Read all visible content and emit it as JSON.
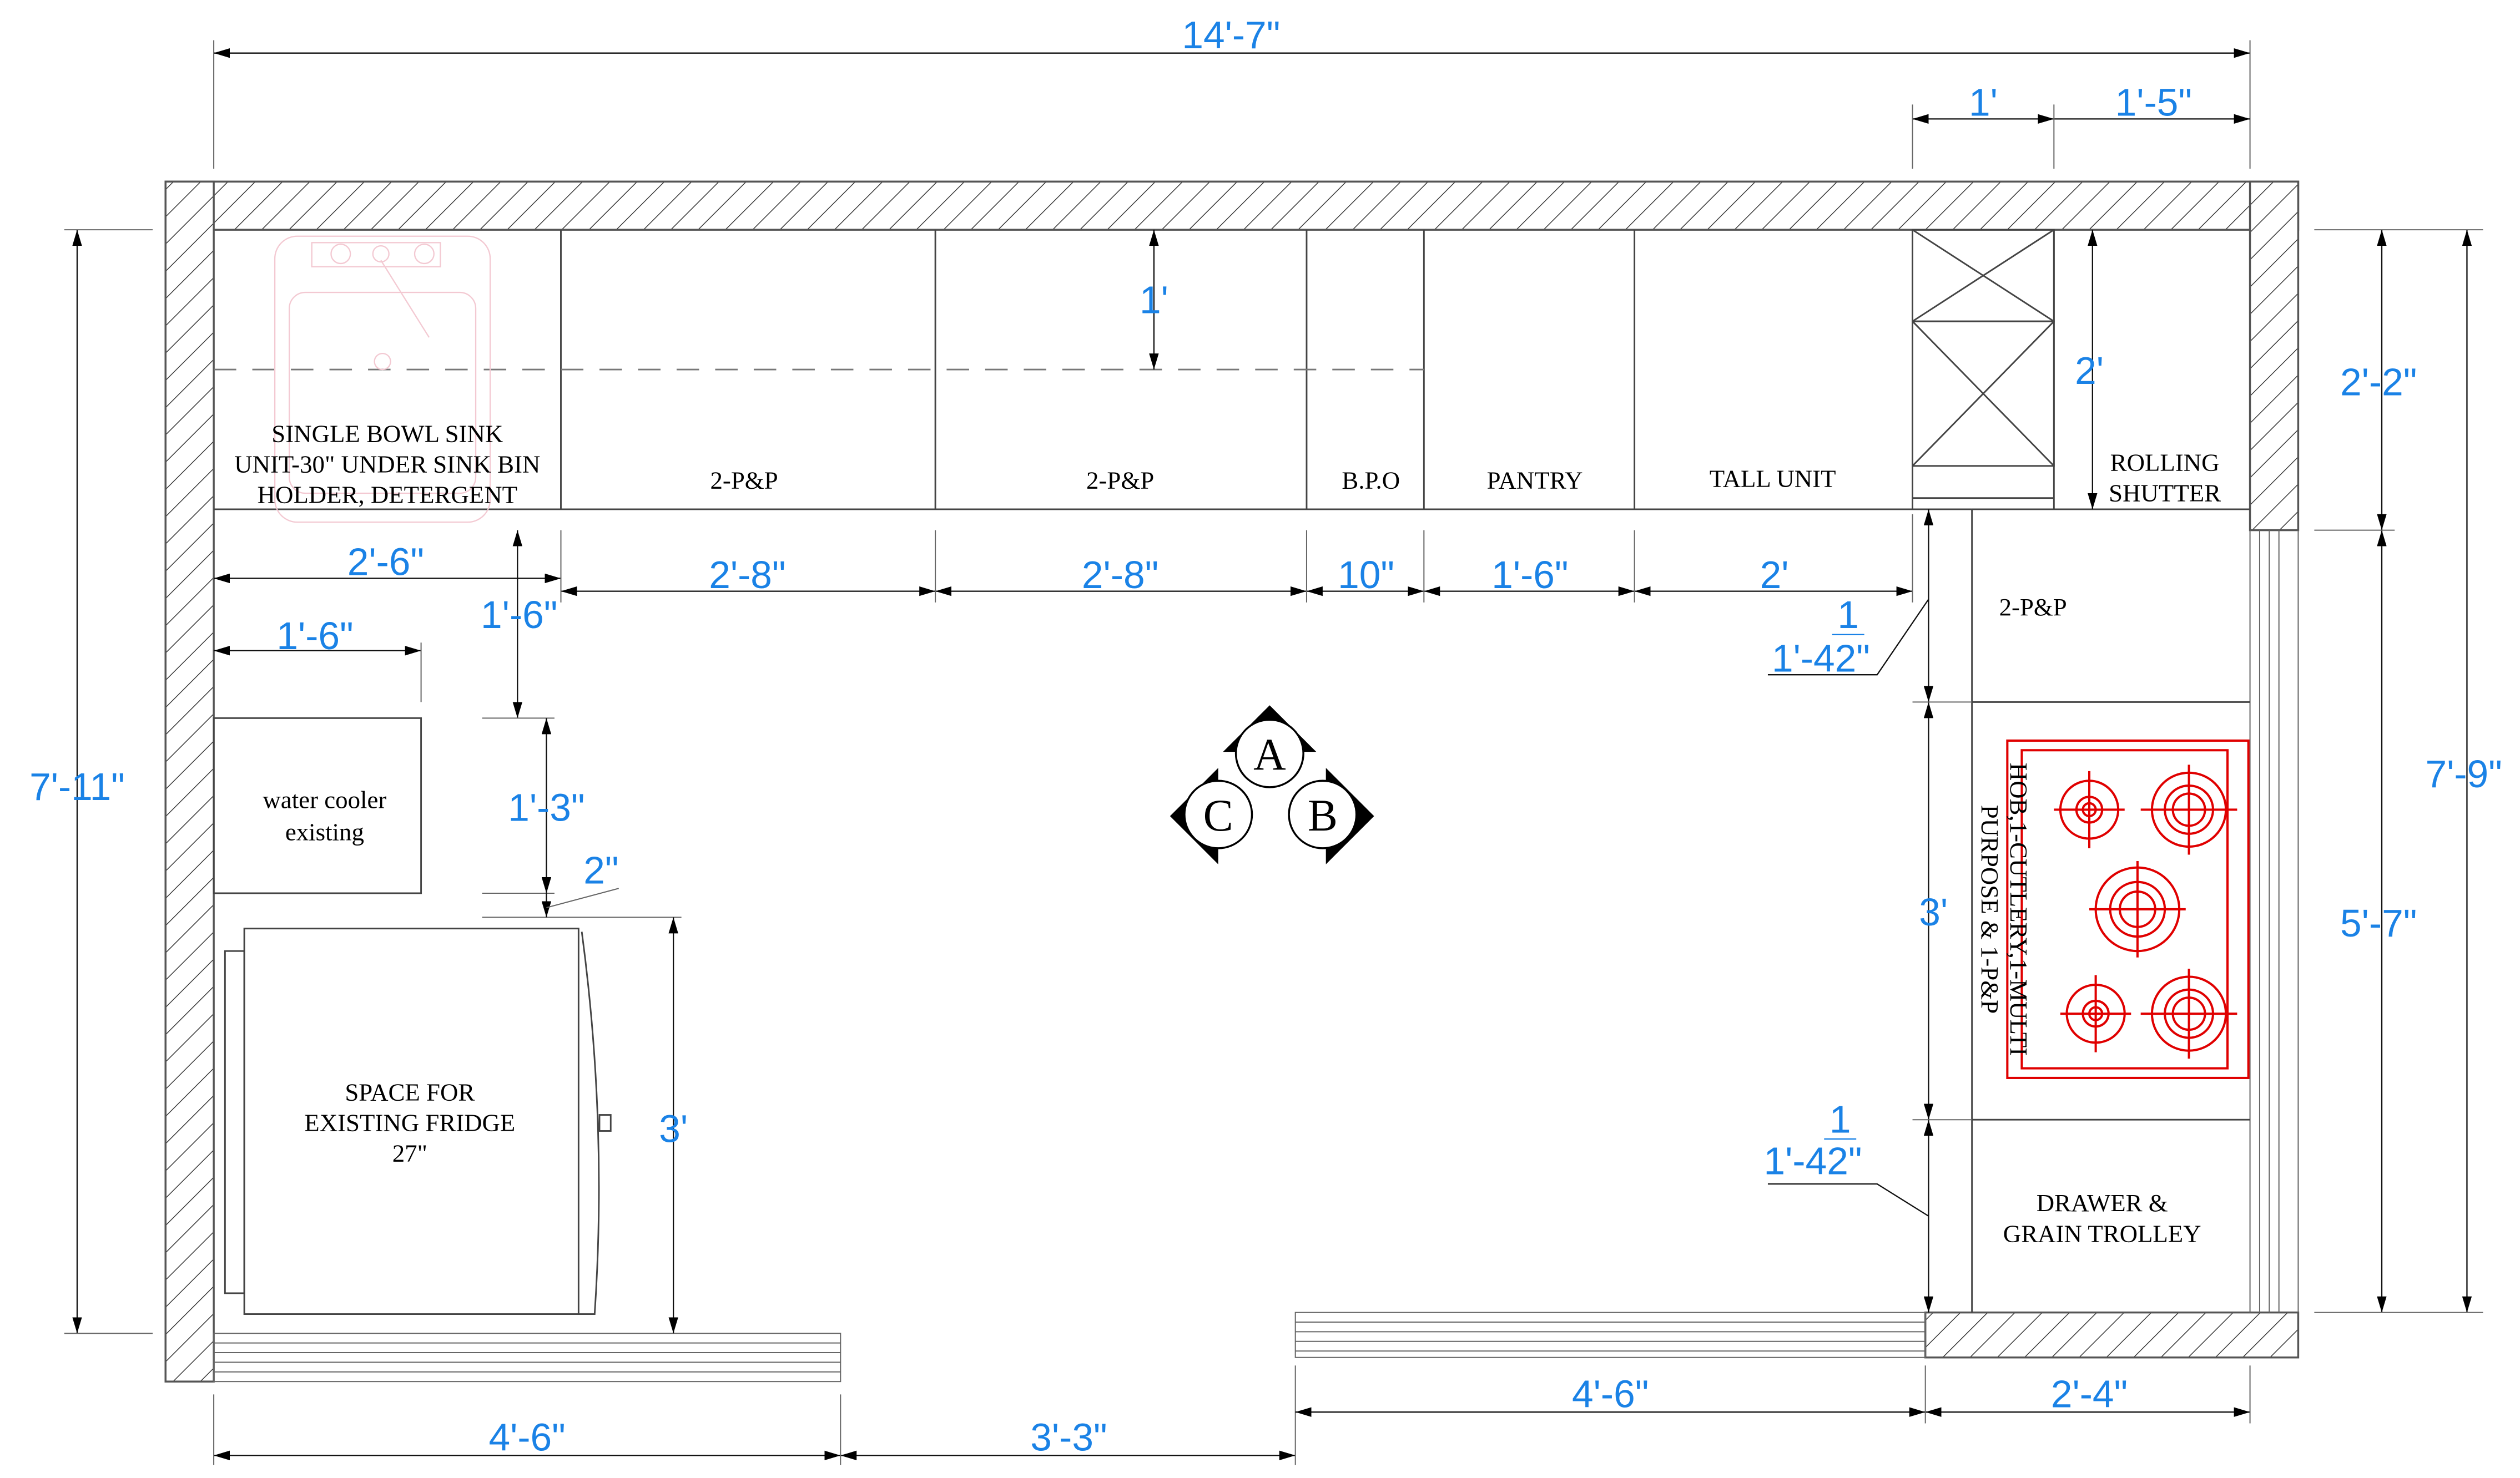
{
  "dimensions": {
    "overall_width": "14'-7\"",
    "top_1ft": "1'",
    "top_1ft5": "1'-5\"",
    "overhead_1ft": "1'",
    "shutter_2ft": "2'",
    "right_2ft2": "2'-2\"",
    "right_7ft9": "7'-9\"",
    "right_5ft7": "5'-7\"",
    "left_7ft11": "7'-11\"",
    "sink_2ft6": "2'-6\"",
    "pp1_2ft8": "2'-8\"",
    "pp2_2ft8": "2'-8\"",
    "bpo_10in": "10\"",
    "pantry_1ft6": "1'-6\"",
    "tall_2ft": "2'",
    "gap_1ft6": "1'-6\"",
    "cooler_1ft6": "1'-6\"",
    "cooler_1ft3": "1'-3\"",
    "gap_2in": "2\"",
    "fridge_3ft": "3'",
    "hob_3ft": "3'",
    "corner_top_num": "1",
    "corner_top": "1'-42\"",
    "corner_bottom_num": "1",
    "corner_bottom": "1'-42\"",
    "bottom_left_4ft6": "4'-6\"",
    "bottom_door_3ft3": "3'-3\"",
    "bottom_mid_4ft6": "4'-6\"",
    "bottom_right_2ft4": "2'-4\""
  },
  "labels": {
    "sink": [
      "SINGLE BOWL SINK",
      "UNIT-30\" UNDER SINK BIN",
      "HOLDER, DETERGENT"
    ],
    "pp_1": "2-P&P",
    "pp_2": "2-P&P",
    "bpo": "B.P.O",
    "pantry": "PANTRY",
    "tall_unit": "TALL UNIT",
    "rolling_shutter": [
      "ROLLING",
      "SHUTTER"
    ],
    "right_pp": "2-P&P",
    "hob": [
      "HOB,1-CUTLERY,1-MULTI",
      "PURPOSE  & 1-P&P"
    ],
    "drawer": [
      "DRAWER &",
      "GRAIN TROLLEY"
    ],
    "water_cooler": [
      "water cooler",
      "existing"
    ],
    "fridge": [
      "SPACE FOR",
      "EXISTING FRIDGE",
      "27\""
    ]
  },
  "view_marker": {
    "a": "A",
    "b": "B",
    "c": "C"
  },
  "colors": {
    "dimension_text": "#1a82e6",
    "hob": "#e00000"
  }
}
